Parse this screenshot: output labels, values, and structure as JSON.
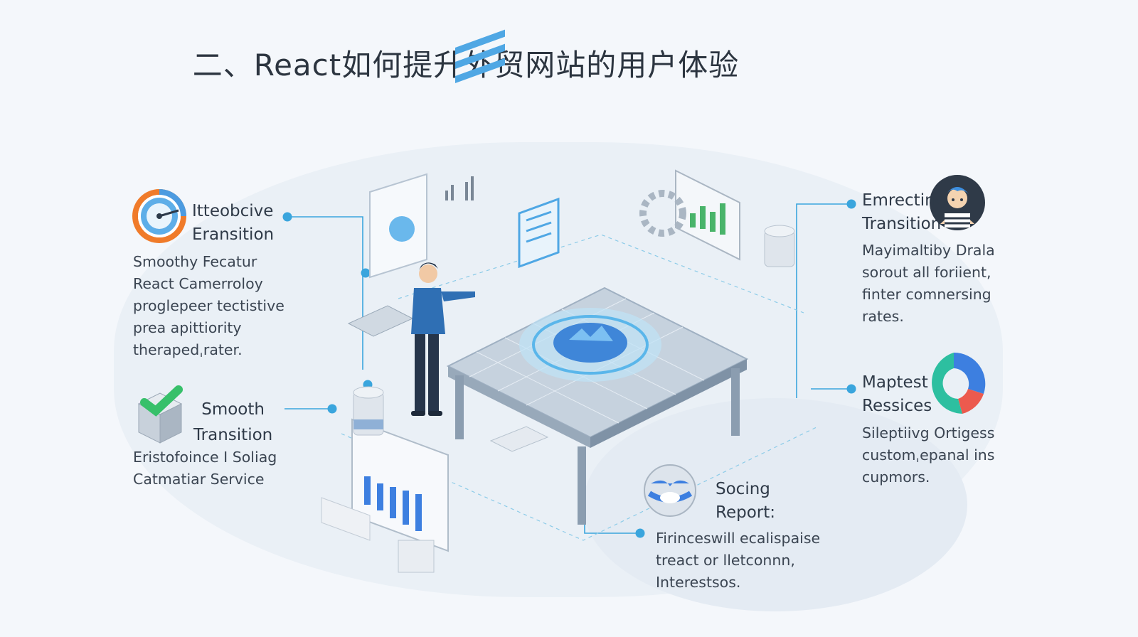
{
  "title": "二、React如何提升外贸网站的用户体验",
  "features": [
    {
      "id": "f1",
      "heading_lines": [
        "Itteobcive",
        "Eransition"
      ],
      "desc_lines": [
        "Smoothy Fecatur",
        "React Camerroloy",
        "proglepeer tectistive",
        "prea apittiority",
        "therapedˌrater."
      ],
      "icon": "speedometer-icon"
    },
    {
      "id": "f2",
      "heading_lines": [
        "Smooth",
        "Transition"
      ],
      "desc_lines": [
        "Eristofoince I Soliag",
        "Catmatiar Service"
      ],
      "icon": "cube-check-icon"
    },
    {
      "id": "f3",
      "heading_lines": [
        "Emrecting",
        "Transition"
      ],
      "desc_lines": [
        "Mayimaltiby Drala",
        "sorout all foriient,",
        "finter comnersing",
        "rates."
      ],
      "icon": "user-avatar-icon"
    },
    {
      "id": "f4",
      "heading_lines": [
        "Maptest",
        "Ressices"
      ],
      "desc_lines": [
        "Sileptiivg Ortigess",
        "customˌepanal ins",
        "cupmors."
      ],
      "icon": "donut-chart-icon"
    },
    {
      "id": "f5",
      "heading_lines": [
        "Socing",
        "Report:"
      ],
      "desc_lines": [
        "Firinceswill ecalispaise",
        "treact or lletconnn,",
        "Interestsos."
      ],
      "icon": "globe-icon"
    }
  ],
  "colors": {
    "accent": "#3aa5dd",
    "orange": "#f07b2a",
    "green": "#37c06a",
    "blue": "#3d7fe0",
    "red": "#ec5a4e",
    "teal": "#2dbfa0"
  }
}
